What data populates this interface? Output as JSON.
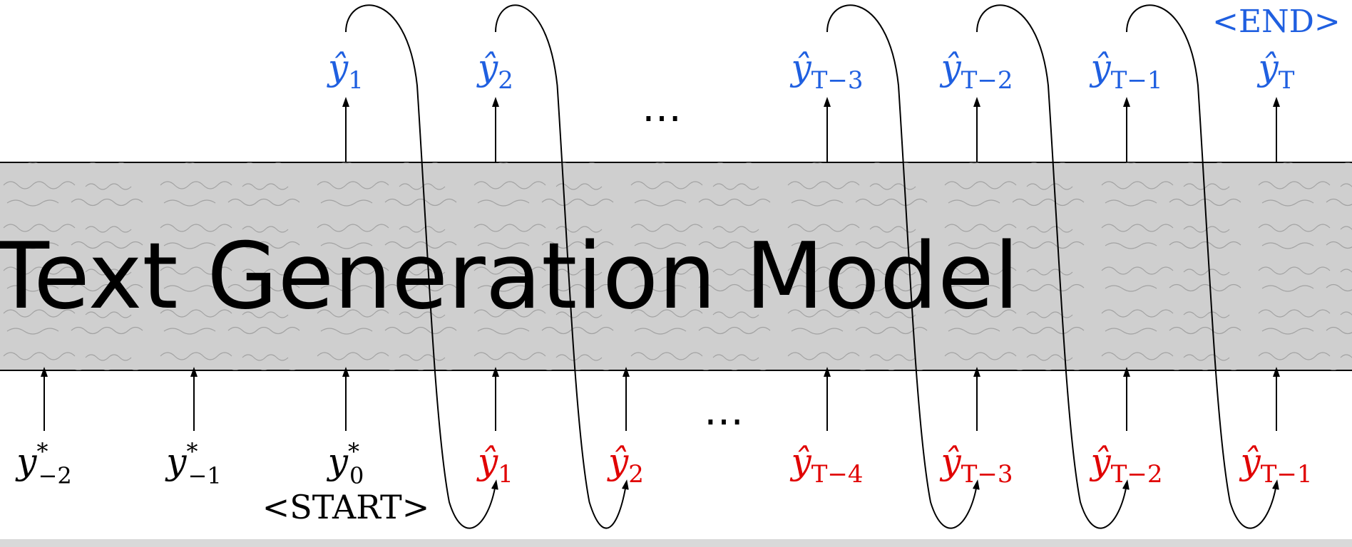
{
  "model": {
    "title": "Text Generation Model"
  },
  "colors": {
    "output": "#1f5fe0",
    "fed_back": "#e00000",
    "ground_truth": "#000000",
    "box_fill": "#cfcfcf",
    "line": "#000000"
  },
  "outputs": [
    {
      "base": "ŷ",
      "sub": "1"
    },
    {
      "base": "ŷ",
      "sub": "2"
    },
    {
      "base": "ŷ",
      "sub": "T−3"
    },
    {
      "base": "ŷ",
      "sub": "T−2"
    },
    {
      "base": "ŷ",
      "sub": "T−1"
    },
    {
      "base": "ŷ",
      "sub": "T"
    }
  ],
  "end_token": "<END>",
  "top_ellipsis": "…",
  "inputs_ground_truth": [
    {
      "base": "y",
      "sup": "*",
      "sub": "−2"
    },
    {
      "base": "y",
      "sup": "*",
      "sub": "−1"
    },
    {
      "base": "y",
      "sup": "*",
      "sub": "0"
    }
  ],
  "start_token": "<START>",
  "inputs_fed_back": [
    {
      "base": "ŷ",
      "sub": "1"
    },
    {
      "base": "ŷ",
      "sub": "2"
    },
    {
      "base": "ŷ",
      "sub": "T−4"
    },
    {
      "base": "ŷ",
      "sub": "T−3"
    },
    {
      "base": "ŷ",
      "sub": "T−2"
    },
    {
      "base": "ŷ",
      "sub": "T−1"
    }
  ],
  "bottom_ellipsis": "…"
}
